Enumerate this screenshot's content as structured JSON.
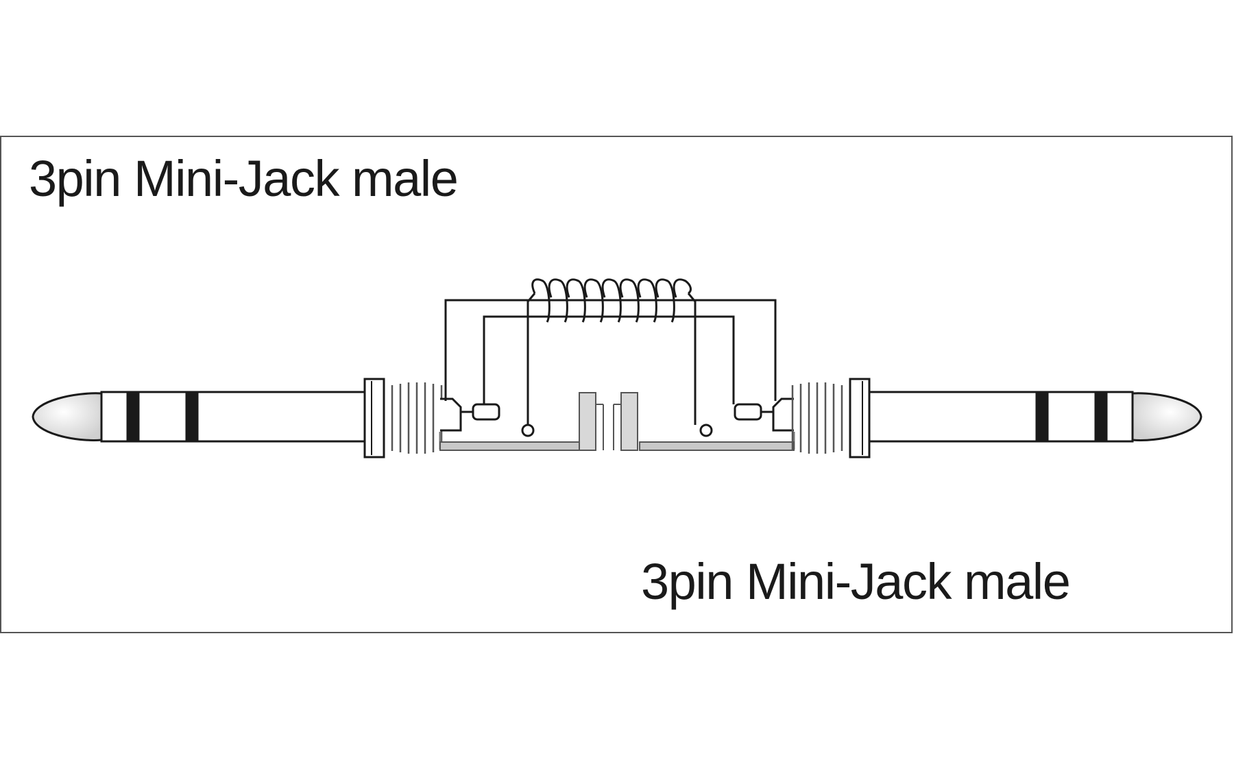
{
  "labels": {
    "left": "3pin Mini-Jack male",
    "right": "3pin Mini-Jack male"
  },
  "colors": {
    "line": "#1a1a1a",
    "border": "#555555",
    "tip_fill": "#e8e8e8",
    "grey_fill": "#c8c8c8"
  },
  "connectors": [
    {
      "name": "left-plug",
      "type": "mini-jack-male",
      "pins": 3
    },
    {
      "name": "right-plug",
      "type": "mini-jack-male",
      "pins": 3
    }
  ],
  "cable": {
    "style": "coiled"
  }
}
